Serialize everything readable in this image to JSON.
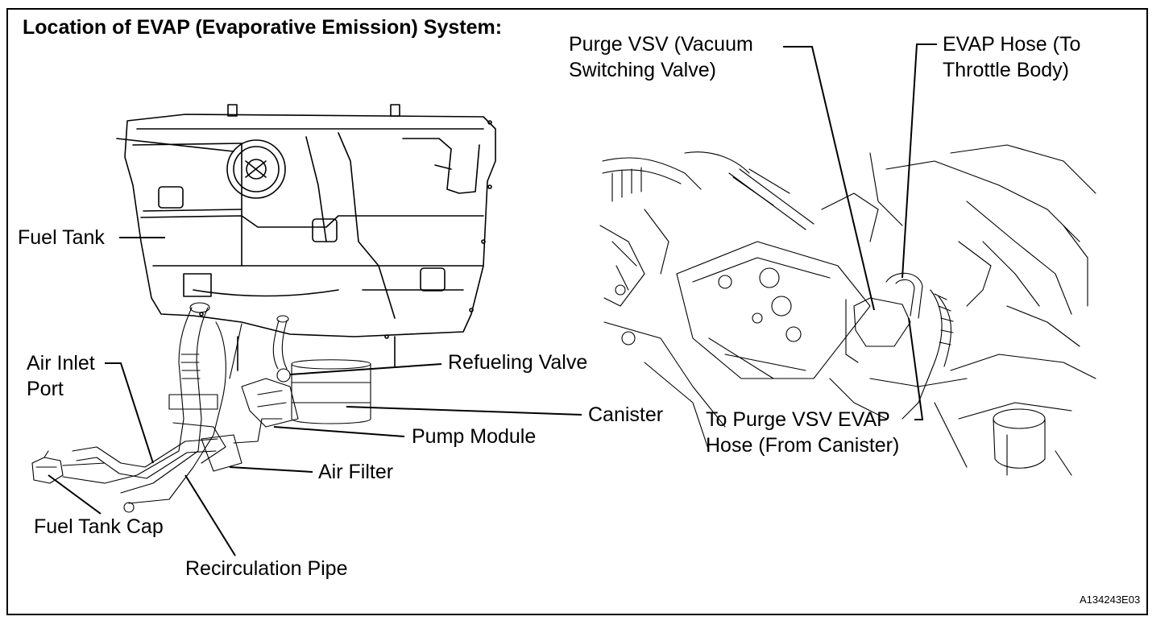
{
  "diagram": {
    "title": "Location of EVAP (Evaporative Emission) System:",
    "reference_code": "A134243E03",
    "labels": {
      "fuel_tank": "Fuel Tank",
      "air_inlet_port": "Air Inlet\nPort",
      "refueling_valve": "Refueling Valve",
      "canister": "Canister",
      "pump_module": "Pump Module",
      "air_filter": "Air Filter",
      "fuel_tank_cap": "Fuel Tank Cap",
      "recirculation_pipe": "Recirculation Pipe",
      "purge_vsv": "Purge VSV (Vacuum\nSwitching Valve)",
      "evap_hose_throttle": "EVAP Hose (To\nThrottle Body)",
      "purge_vsv_evap_hose": "To Purge VSV EVAP\nHose (From Canister)"
    }
  }
}
